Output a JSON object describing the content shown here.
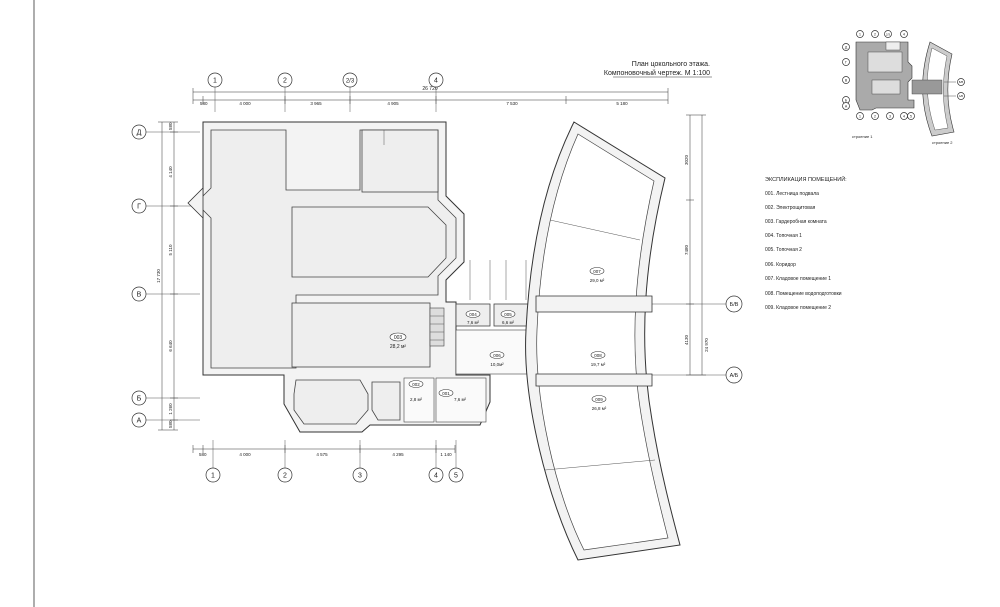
{
  "title": {
    "line1": "План цокольного этажа.",
    "line2": "Компоновочный чертеж. М 1:100"
  },
  "axes_top": [
    "1",
    "2",
    "2/3",
    "4"
  ],
  "axes_bottom": [
    "1",
    "2",
    "3",
    "4",
    "5"
  ],
  "axes_left": [
    "Д",
    "Г",
    "В",
    "Б",
    "А"
  ],
  "axes_right": [
    "Б/В",
    "А/Б"
  ],
  "dims_top_total": "26 720",
  "dims_top": [
    "580",
    "4 000",
    "3 965",
    "4 905",
    "7 530",
    "5 180"
  ],
  "dims_bottom": [
    "580",
    "4 000",
    "4 575",
    "4 295",
    "1 140"
  ],
  "dims_left": [
    "580",
    "4 140",
    "5 110",
    "6 640",
    "1 260",
    "580"
  ],
  "dims_left_total": "17 730",
  "dims_right": [
    "3020",
    "7480",
    "4130",
    "24 970"
  ],
  "rooms": [
    {
      "id": "003",
      "area": "28,2 м²"
    },
    {
      "id": "004",
      "area": "7,6 м²"
    },
    {
      "id": "005",
      "area": "6,6 м²"
    },
    {
      "id": "006",
      "area": "10,0м²"
    },
    {
      "id": "002",
      "area": "2,8 м²"
    },
    {
      "id": "001",
      "area": "7,6 м²"
    },
    {
      "id": "007",
      "area": "29,0 м²"
    },
    {
      "id": "008",
      "area": "19,7 м²"
    },
    {
      "id": "009",
      "area": "26,8 м²"
    }
  ],
  "legend": {
    "title": "ЭКСПЛИКАЦИЯ ПОМЕЩЕНИЙ:",
    "items": [
      "001. Лестница подвала",
      "002. Электрощитовая",
      "003. Гардеробная комната",
      "004. Топочная 1",
      "005. Топочная 2",
      "006. Коридор",
      "007. Кладовое помещение 1",
      "008. Помещение водоподготовки",
      "009. Кладовое помещение 2"
    ]
  },
  "keyplan": {
    "top_axes": [
      "1",
      "2",
      "2/3",
      "4"
    ],
    "bottom_axes": [
      "1",
      "2",
      "3",
      "4",
      "5"
    ],
    "left_axes": [
      "Д",
      "Г",
      "В",
      "Б",
      "А"
    ],
    "right_axes": [
      "Б/В",
      "А/Б"
    ],
    "label1": "строение 1",
    "label2": "строение 2"
  }
}
